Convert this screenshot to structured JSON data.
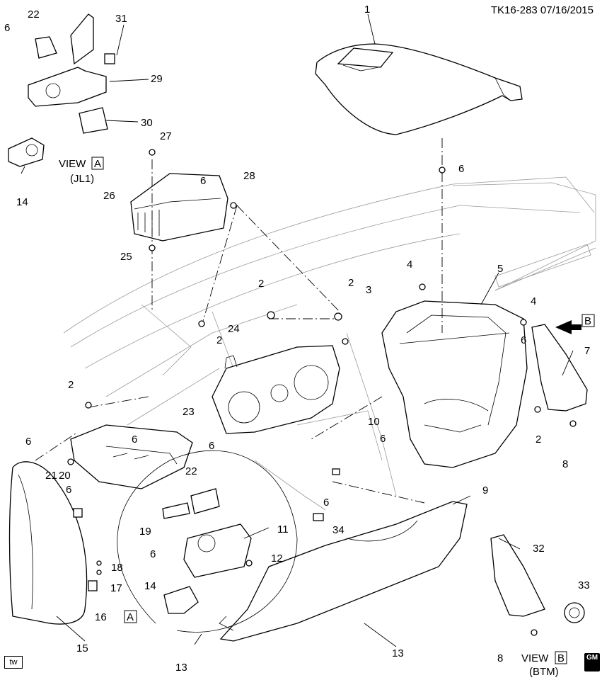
{
  "header": {
    "code": "TK16-283 07/16/2015"
  },
  "views": {
    "a_title": "VIEW",
    "a_letter": "A",
    "a_sub": "(JL1)",
    "b_title": "VIEW",
    "b_letter": "B",
    "b_sub": "(BTM)",
    "a_marker": "A",
    "b_marker": "B"
  },
  "callouts": [
    "1",
    "2",
    "2",
    "2",
    "2",
    "2",
    "3",
    "4",
    "4",
    "5",
    "6",
    "6",
    "6",
    "6",
    "6",
    "6",
    "6",
    "6",
    "6",
    "6",
    "6",
    "7",
    "8",
    "8",
    "9",
    "10",
    "11",
    "12",
    "13",
    "13",
    "14",
    "14",
    "15",
    "16",
    "17",
    "18",
    "19",
    "20",
    "21",
    "22",
    "22",
    "23",
    "24",
    "25",
    "26",
    "27",
    "28",
    "29",
    "30",
    "31",
    "32",
    "33",
    "34"
  ],
  "corner_tag": "tw",
  "brand": "GM"
}
